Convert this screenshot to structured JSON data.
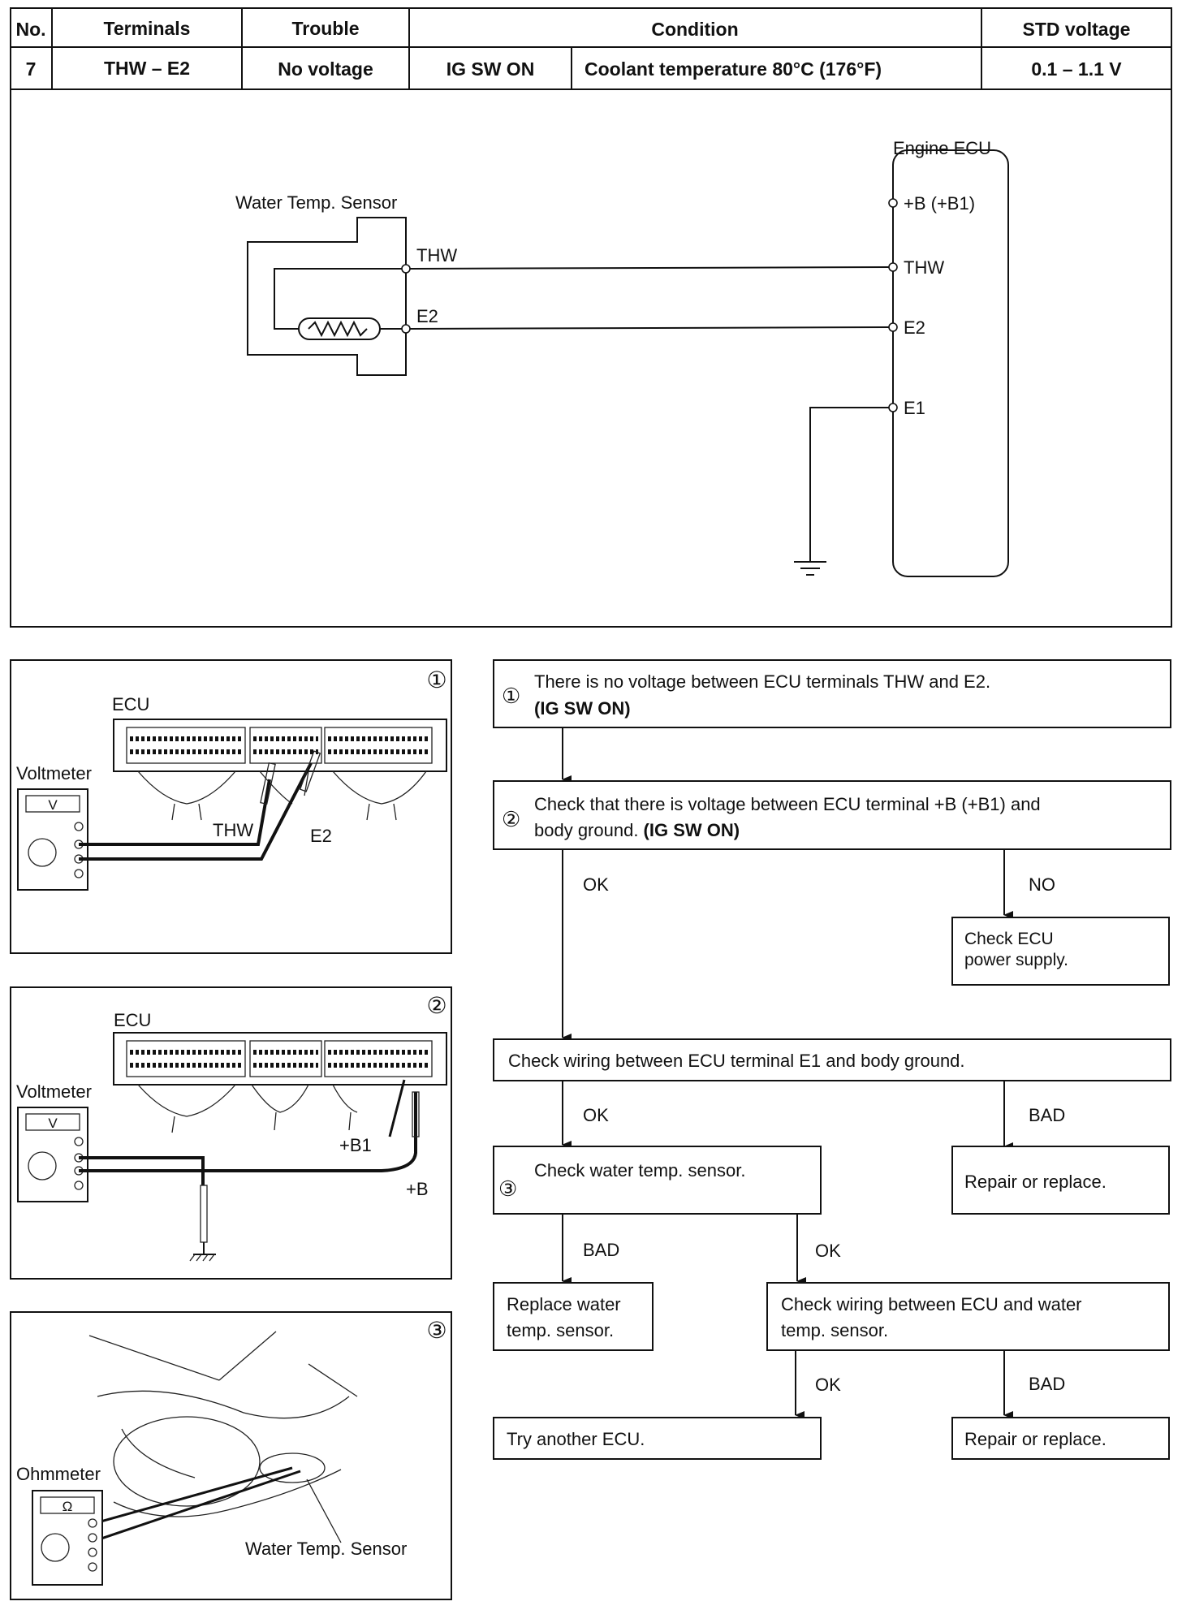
{
  "table": {
    "headers": [
      "No.",
      "Terminals",
      "Trouble",
      "Condition",
      "STD voltage"
    ],
    "row": {
      "no": "7",
      "terminals": "THW – E2",
      "trouble": "No voltage",
      "condition_switch": "IG SW ON",
      "condition_detail": "Coolant temperature 80°C (176°F)",
      "std_voltage": "0.1 – 1.1 V"
    }
  },
  "circuit": {
    "ecu_label": "Engine ECU",
    "sensor_label": "Water Temp. Sensor",
    "sensor_pins": [
      "THW",
      "E2"
    ],
    "ecu_pins": [
      "+B (+B1)",
      "THW",
      "E2",
      "E1"
    ]
  },
  "illustrations": {
    "step1": {
      "number": "①",
      "ecu": "ECU",
      "meter": "Voltmeter",
      "meter_symbol": "V",
      "probe1": "THW",
      "probe2": "E2"
    },
    "step2": {
      "number": "②",
      "ecu": "ECU",
      "meter": "Voltmeter",
      "meter_symbol": "V",
      "probe1": "+B1",
      "probe2": "+B"
    },
    "step3": {
      "number": "③",
      "meter": "Ohmmeter",
      "meter_symbol": "Ω",
      "sensor": "Water Temp. Sensor"
    }
  },
  "flowchart": {
    "box1": {
      "number": "①",
      "line1": "There is no voltage between ECU terminals THW and E2.",
      "line2": "(IG SW ON)"
    },
    "box2": {
      "number": "②",
      "line1": "Check that there is voltage between ECU terminal +B (+B1) and",
      "line2_a": "body ground. ",
      "line2_b": "(IG SW ON)"
    },
    "box2_ok": "OK",
    "box2_no": "NO",
    "box_power": {
      "line1": "Check ECU",
      "line2": "power supply."
    },
    "box_e1": "Check wiring between ECU terminal E1 and body ground.",
    "box_e1_ok": "OK",
    "box_e1_bad": "BAD",
    "box3": {
      "number": "③",
      "text": "Check water temp. sensor."
    },
    "box_repair1": "Repair or replace.",
    "box3_bad": "BAD",
    "box3_ok": "OK",
    "box_replace": {
      "line1": "Replace water",
      "line2": "temp. sensor."
    },
    "box_wiring": {
      "line1": "Check wiring between ECU and water",
      "line2": "temp. sensor."
    },
    "box_wiring_ok": "OK",
    "box_wiring_bad": "BAD",
    "box_try": "Try another ECU.",
    "box_repair2": "Repair or replace."
  }
}
